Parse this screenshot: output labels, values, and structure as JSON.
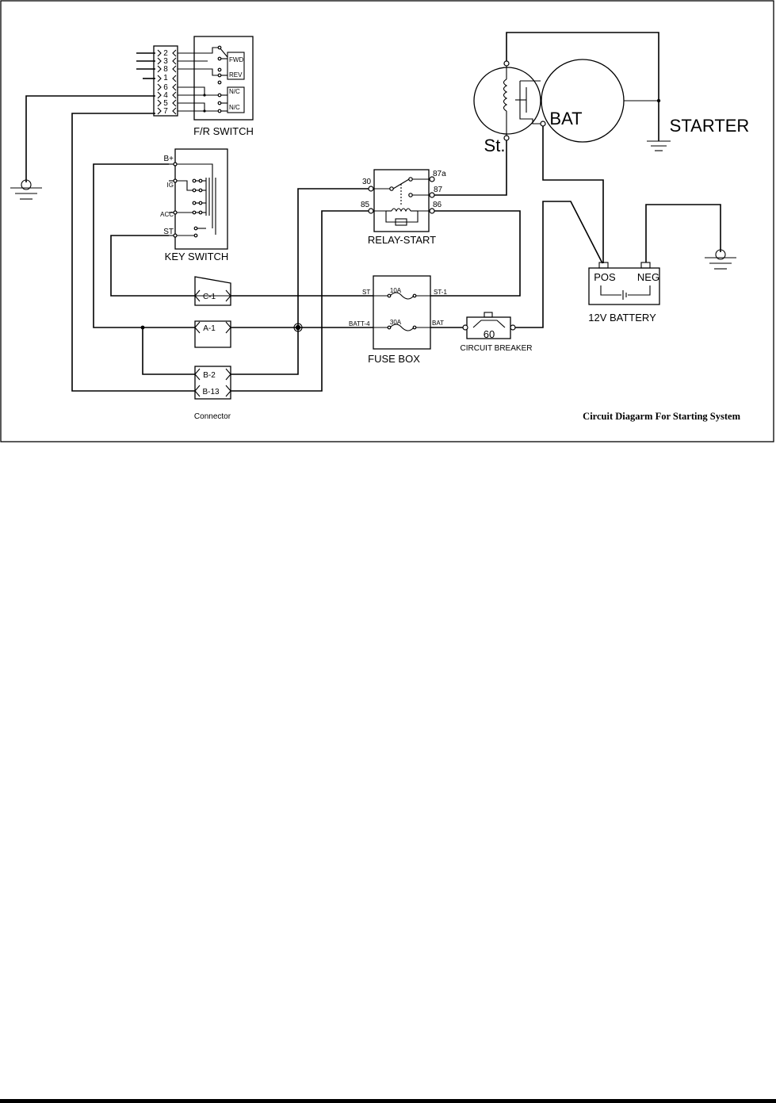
{
  "diagram": {
    "caption": "Circuit Diagarm For Starting System",
    "fr_switch": {
      "title": "F/R SWITCH",
      "pins": [
        "2",
        "3",
        "8",
        "1",
        "6",
        "4",
        "5",
        "7"
      ],
      "contacts": [
        "FWD",
        "REV",
        "N/C",
        "N/C"
      ]
    },
    "key_switch": {
      "title": "KEY SWITCH",
      "terminals": [
        "B+",
        "IG",
        "ACC",
        "ST"
      ]
    },
    "relay": {
      "title": "RELAY-START",
      "terminals": [
        "30",
        "85",
        "87a",
        "87",
        "86"
      ]
    },
    "fuse_box": {
      "title": "FUSE BOX",
      "fuses": [
        "10A",
        "30A"
      ],
      "terminals": [
        "ST",
        "ST-1",
        "BATT-4",
        "BAT"
      ]
    },
    "circuit_breaker": {
      "title": "CIRCUIT BREAKER",
      "rating": "60"
    },
    "battery": {
      "title": "12V BATTERY",
      "pos": "POS",
      "neg": "NEG"
    },
    "starter": {
      "title": "STARTER",
      "st": "St.",
      "bat": "BAT"
    },
    "connectors": {
      "c1": "C-1",
      "a1": "A-1",
      "b2": "B-2",
      "b13": "B-13",
      "title": "Connector"
    }
  }
}
